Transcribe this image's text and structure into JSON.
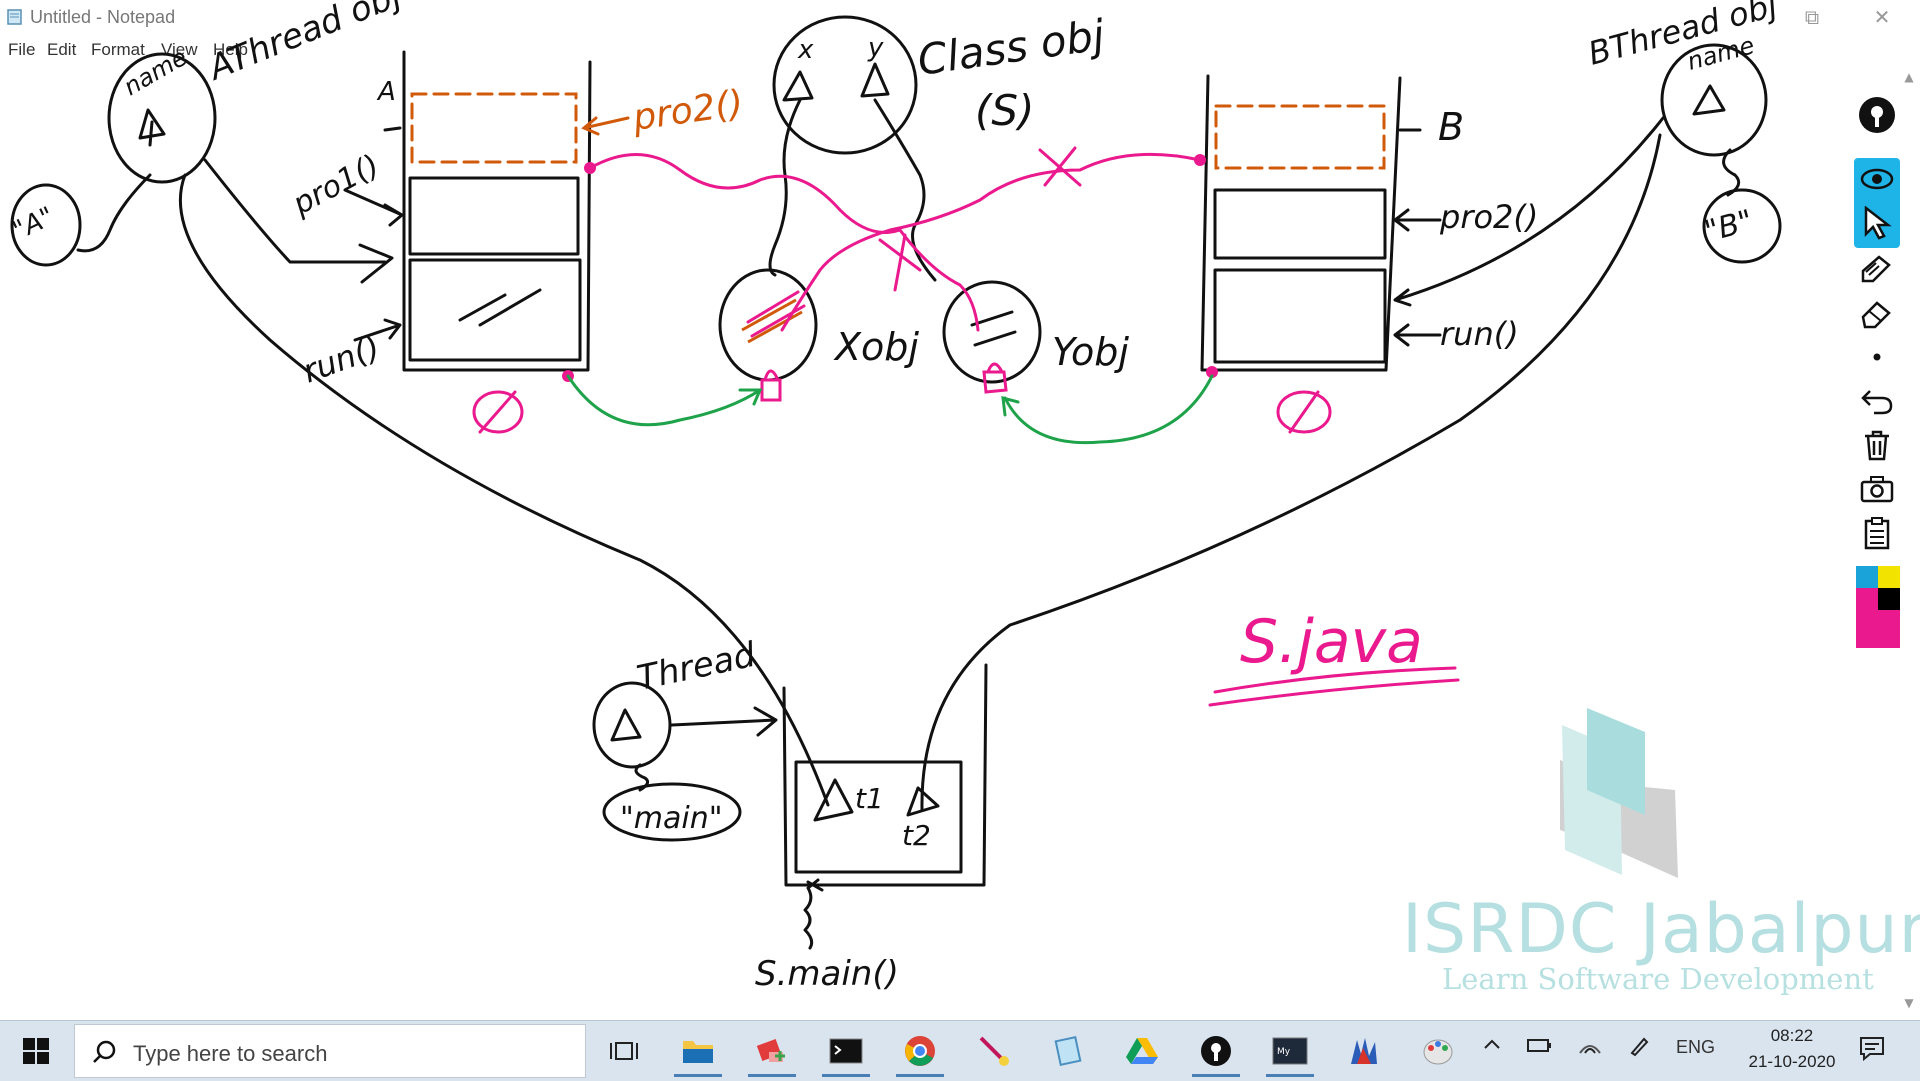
{
  "window": {
    "title": "Untitled - Notepad",
    "menu": [
      "File",
      "Edit",
      "Format",
      "View",
      "Help"
    ],
    "restore_glyph": "⧉",
    "close_glyph": "✕"
  },
  "whiteboard": {
    "labels": {
      "a_thread_obj": "AThread obj",
      "a_name": "name",
      "a_value": "\"A\"",
      "a_pro1": "pro1()",
      "a_pro2": "pro2()",
      "a_run": "run()",
      "a_null": "∅",
      "a_stack_mark": "A",
      "class_obj": "Class obj",
      "class_sub": "(S)",
      "class_x": "x",
      "class_y": "y",
      "x_obj": "Xobj",
      "y_obj": "Yobj",
      "b_thread_obj": "BThread obj",
      "b_name": "name",
      "b_value": "\"B\"",
      "b_stack_mark": "B",
      "b_pro2": "pro2()",
      "b_run": "run()",
      "b_null": "∅",
      "main_thread": "Thread",
      "main_name": "\"main\"",
      "t1": "t1",
      "t2": "t2",
      "smain": "S.main()",
      "file_name": "S.java"
    },
    "colors": {
      "ink": "#111111",
      "pink": "#ea1a8e",
      "orange": "#d15a0a",
      "green": "#1fa34a"
    }
  },
  "watermark": {
    "title": "ISRDC Jabalpur",
    "subtitle": "Learn Software Development"
  },
  "annotation_toolbar": {
    "tools": [
      "pen-logo-icon",
      "eye-icon",
      "cursor-icon",
      "pencil-icon",
      "eraser-icon",
      "dot-size-icon",
      "undo-icon",
      "trash-icon",
      "camera-icon",
      "clipboard-icon"
    ],
    "palette": [
      "#1aa3d9",
      "#f3e400",
      "#ea1a8e",
      "#000000"
    ]
  },
  "taskbar": {
    "search_placeholder": "Type here to search",
    "apps": [
      "task-view-icon",
      "file-explorer-icon",
      "app-icon",
      "terminal-icon",
      "chrome-icon",
      "paint-brush-icon",
      "notepad-icon",
      "drive-icon",
      "pen-app-icon",
      "mysql-icon",
      "game-icon",
      "paint-icon"
    ],
    "tray": {
      "language": "ENG",
      "time": "08:22",
      "date": "21-10-2020"
    }
  }
}
